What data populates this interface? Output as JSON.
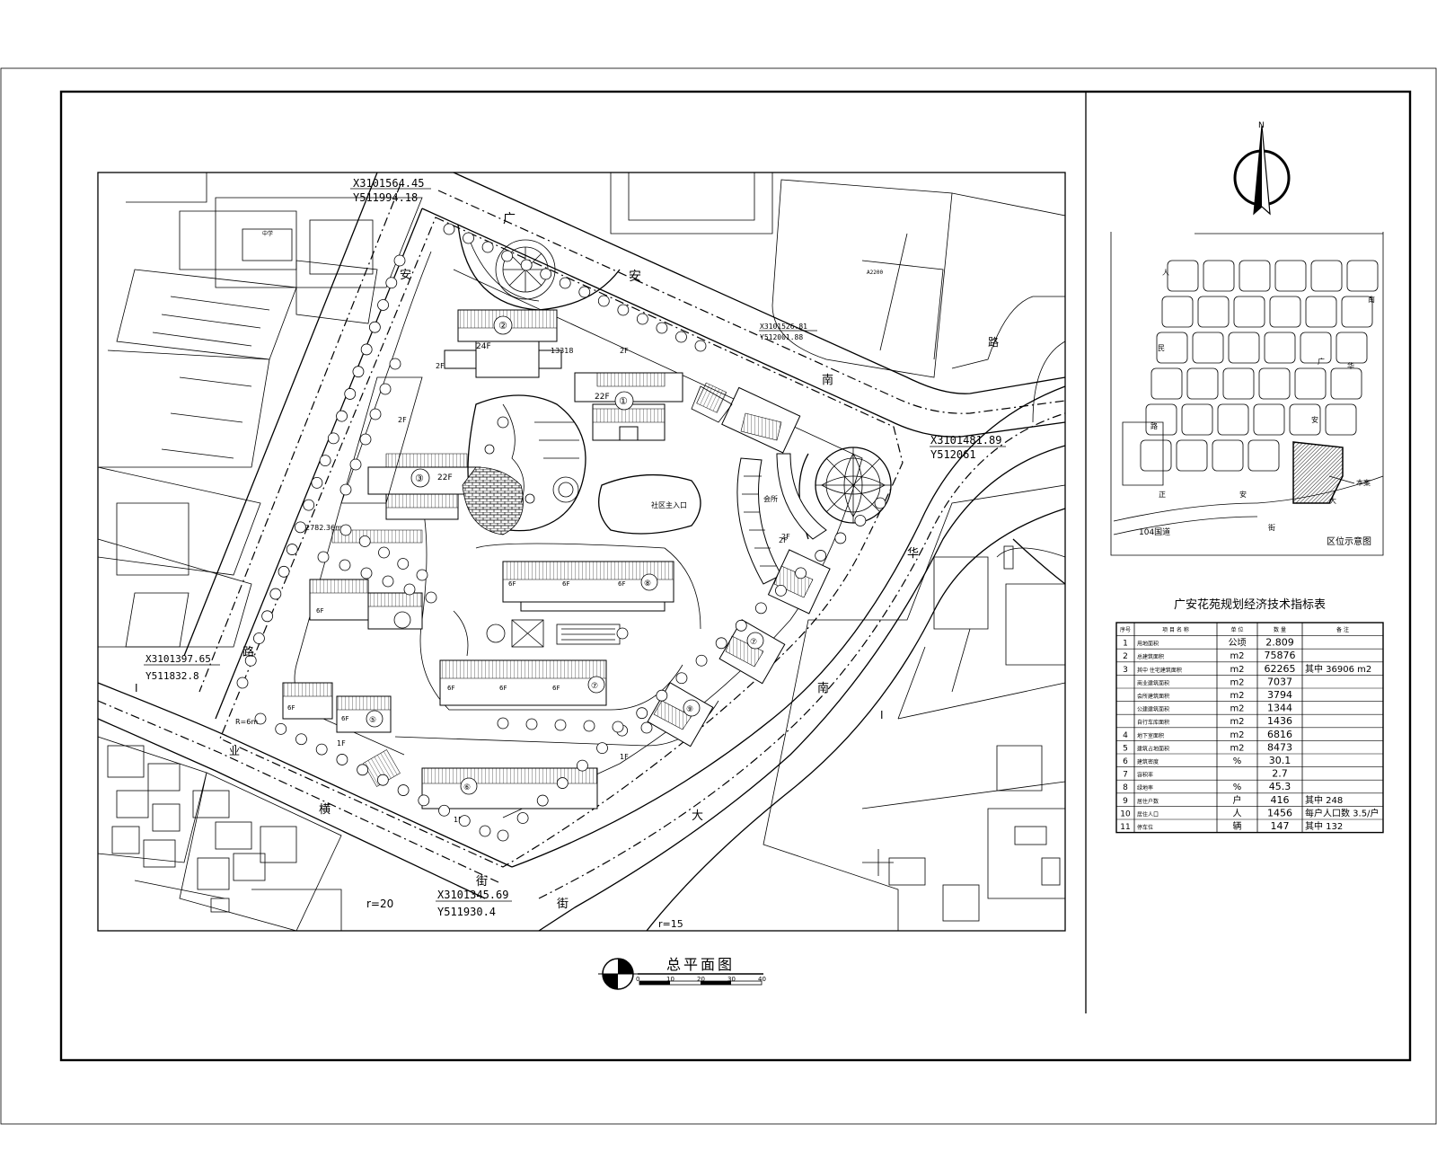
{
  "drawing": {
    "title": "总平面图",
    "scale_ticks": [
      "0",
      "10",
      "20",
      "30",
      "40"
    ]
  },
  "coordinates": [
    {
      "x": "X3101564.45",
      "y": "Y511994.18"
    },
    {
      "x": "X3101481.89",
      "y": "Y512061"
    },
    {
      "x": "X3101397.65",
      "y": "Y511832.8"
    },
    {
      "x": "X3101345.69",
      "y": "Y511930.4"
    },
    {
      "x": "X3101526.81",
      "y": "Y512001.88"
    }
  ],
  "road_chars": {
    "top": [
      "广",
      "安"
    ],
    "left": [
      "安",
      "路"
    ],
    "southwest": [
      "横",
      "街"
    ],
    "southeast": [
      "华",
      "南",
      "大",
      "街"
    ],
    "curve_radius_1": "r=20",
    "curve_radius_2": "r=15",
    "road_right": "路",
    "corner_r": "R=6m"
  },
  "site_labels": {
    "gross_area": "2782.36m²",
    "dim_1": "13318",
    "building_marks": [
      "①",
      "②",
      "③",
      "⑦",
      "⑧",
      "⑨",
      "⑩",
      "⑥",
      "⑤"
    ],
    "floors": {
      "b1": "22F",
      "b2": "24F",
      "b3": "22F",
      "east_2f": "2F",
      "north_2f": "2F",
      "west_2f": "2F",
      "row_6f": "6F",
      "south_1f": "1F",
      "sw_1f": "1F",
      "se_1f": "1F",
      "center_2f": "2F"
    },
    "lawn": "会所"
  },
  "sidebar": {
    "north_label": "N",
    "location_map_title": "区位示意图",
    "location_roads": [
      "人",
      "民",
      "路",
      "广",
      "安",
      "大",
      "华",
      "南",
      "104国道",
      "本案",
      "正",
      "安",
      "街"
    ],
    "table_title": "广安花苑规划经济技术指标表",
    "table_header": [
      "序号",
      "项 目 名 称",
      "单 位",
      "数 量",
      "备 注"
    ],
    "table_rows": [
      {
        "no": "1",
        "name": "用地面积",
        "unit": "公顷",
        "value": "2.809",
        "note": ""
      },
      {
        "no": "2",
        "name": "总建筑面积",
        "unit": "m2",
        "value": "75876",
        "note": ""
      },
      {
        "no": "3",
        "name": "其中 住宅建筑面积",
        "unit": "m2",
        "value": "62265",
        "note": "其中 36906 m2"
      },
      {
        "no": "",
        "name": "商业建筑面积",
        "unit": "m2",
        "value": "7037",
        "note": ""
      },
      {
        "no": "",
        "name": "会所建筑面积",
        "unit": "m2",
        "value": "3794",
        "note": ""
      },
      {
        "no": "",
        "name": "公建建筑面积",
        "unit": "m2",
        "value": "1344",
        "note": ""
      },
      {
        "no": "",
        "name": "自行车库面积",
        "unit": "m2",
        "value": "1436",
        "note": ""
      },
      {
        "no": "4",
        "name": "地下室面积",
        "unit": "m2",
        "value": "6816",
        "note": ""
      },
      {
        "no": "5",
        "name": "建筑占地面积",
        "unit": "m2",
        "value": "8473",
        "note": ""
      },
      {
        "no": "6",
        "name": "建筑密度",
        "unit": "%",
        "value": "30.1",
        "note": ""
      },
      {
        "no": "7",
        "name": "容积率",
        "unit": "",
        "value": "2.7",
        "note": ""
      },
      {
        "no": "8",
        "name": "绿地率",
        "unit": "%",
        "value": "45.3",
        "note": ""
      },
      {
        "no": "9",
        "name": "居住户数",
        "unit": "户",
        "value": "416",
        "note": "其中 248"
      },
      {
        "no": "10",
        "name": "居住人口",
        "unit": "人",
        "value": "1456",
        "note": "每户人口数 3.5/户"
      },
      {
        "no": "11",
        "name": "停车位",
        "unit": "辆",
        "value": "147",
        "note": "其中 132"
      }
    ]
  }
}
